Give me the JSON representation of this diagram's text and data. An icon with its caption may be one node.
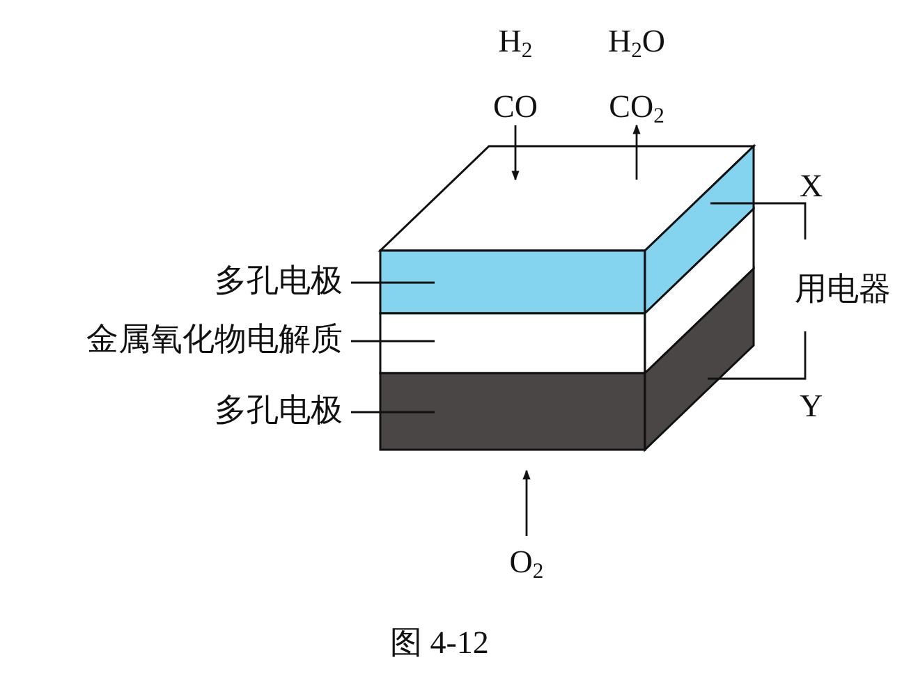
{
  "diagram": {
    "caption": "图 4-12",
    "nodes": [
      {
        "text": [
          "H$_{2}$ CO"
        ]
      },
      {
        "text": [
          "H$_{2}$O CO$_{2}$"
        ]
      },
      {
        "text": [],
        "shape": "box"
      },
      {
        "text": [],
        "shape": "box"
      },
      {
        "text": [],
        "shape": "box"
      },
      {
        "text": [],
        "shape": "box"
      },
      {
        "text": [],
        "shape": "box"
      },
      {
        "text": [
          "多孔电极"
        ]
      },
      {
        "text": [
          "金属氧化物电解质"
        ]
      },
      {
        "text": [
          "多孔电极"
        ]
      },
      {
        "text": [
          "O$_{2}$"
        ]
      },
      {
        "text": [
          "用电器"
        ]
      }
    ],
    "edges": [
      {
        "from": 0,
        "to": 2,
        "arrow": "to"
      },
      {
        "from": 2,
        "to": 1,
        "arrow": "to"
      },
      {
        "from": 7,
        "to": 2,
        "arrow": "none"
      },
      {
        "from": 8,
        "to": 3,
        "arrow": "none"
      },
      {
        "from": 9,
        "to": 4,
        "arrow": "none"
      },
      {
        "from": 2,
        "to": 11,
        "arrow": "none"
      },
      {
        "from": 11,
        "to": 6,
        "arrow": "none"
      },
      {
        "from": 10,
        "to": 4,
        "arrow": "to"
      }
    ],
    "labels": [
      "X",
      "Y"
    ]
  }
}
